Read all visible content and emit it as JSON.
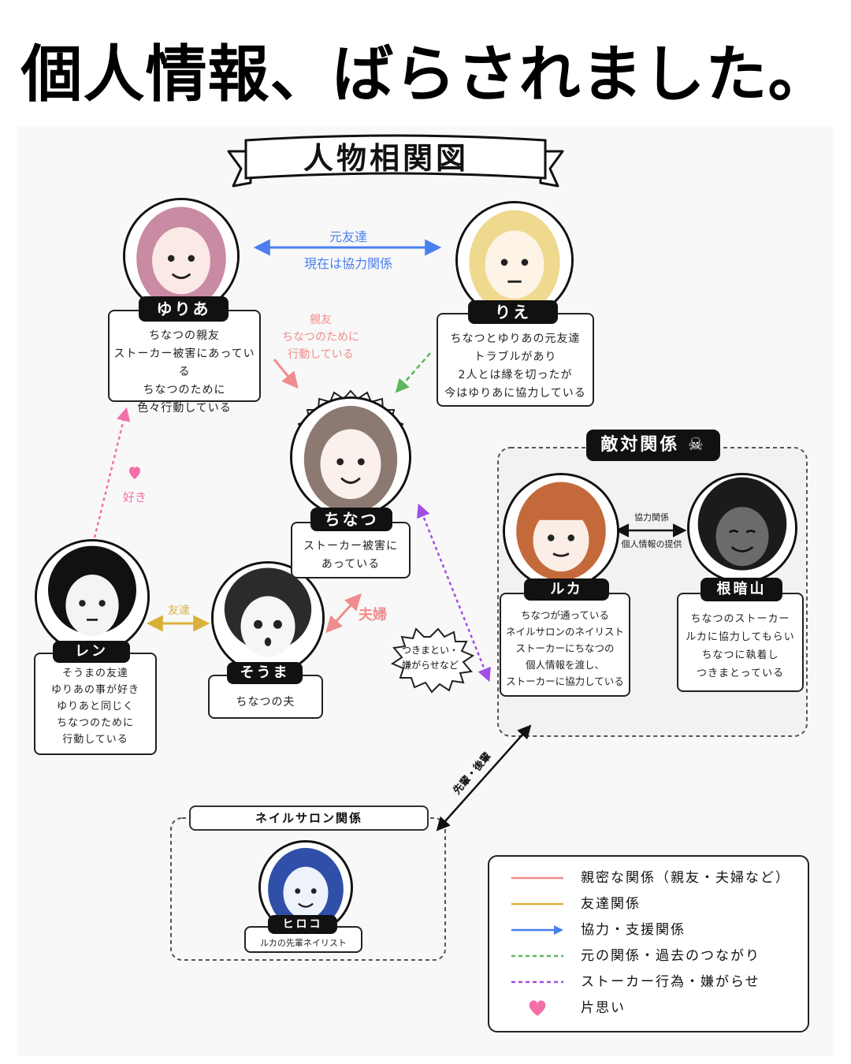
{
  "title": "個人情報、ばらされました。",
  "banner": "人物相関図",
  "characters": {
    "yuria": {
      "name": "ゆりあ",
      "desc": "ちなつの親友\nストーカー被害にあっている\nちなつのために\n色々行動している"
    },
    "rie": {
      "name": "りえ",
      "desc": "ちなつとゆりあの元友達\nトラブルがあり\n2人とは縁を切ったが\n今はゆりあに協力している"
    },
    "chinatsu": {
      "name": "ちなつ",
      "desc": "ストーカー被害に\nあっている"
    },
    "ren": {
      "name": "レン",
      "desc": "そうまの友達\nゆりあの事が好き\nゆりあと同じく\nちなつのために\n行動している"
    },
    "souma": {
      "name": "そうま",
      "desc": "ちなつの夫"
    },
    "ruka": {
      "name": "ルカ",
      "desc": "ちなつが通っている\nネイルサロンのネイリスト\nストーカーにちなつの\n個人情報を渡し、\nストーカーに協力している"
    },
    "neanzan": {
      "name": "根暗山",
      "desc": "ちなつのストーカー\nルカに協力してもらい\nちなつに執着し\nつきまとっている"
    },
    "hiroko": {
      "name": "ヒロコ",
      "desc": "ルカの先輩ネイリスト"
    }
  },
  "edges": {
    "yuria_rie": "元友達\n現在は協力関係",
    "yuria_chinatsu": "親友\nちなつのために\n行動している",
    "ren_yuria": "好き",
    "ren_souma": "友達",
    "souma_chinatsu": "夫婦",
    "ruka_neanzan_top": "協力関係",
    "ruka_neanzan_bottom": "個人情報の提供",
    "stalk_bubble": "つきまとい・\n嫌がらせなど",
    "senior_junior": "先輩・後輩"
  },
  "groups": {
    "enemy": "敵対関係",
    "nail_salon": "ネイルサロン関係"
  },
  "legend": [
    {
      "label": "親密な関係（親友・夫婦など）",
      "color": "#f08c8c",
      "style": "solid"
    },
    {
      "label": "友達関係",
      "color": "#d9b13a",
      "style": "solid"
    },
    {
      "label": "協力・支援関係",
      "color": "#4a7ff0",
      "style": "arrow"
    },
    {
      "label": "元の関係・過去のつながり",
      "color": "#5cb85c",
      "style": "dashed"
    },
    {
      "label": "ストーカー行為・嫌がらせ",
      "color": "#a04ee6",
      "style": "dashed"
    },
    {
      "label": "片思い",
      "color": "#f46fa8",
      "style": "heart"
    }
  ],
  "colors": {
    "intimate": "#f08c8c",
    "friend": "#d9b13a",
    "cooperation": "#4a7ff0",
    "past": "#5cb85c",
    "stalking": "#a04ee6",
    "crush": "#f46fa8"
  },
  "avatars": {
    "yuria": {
      "hair": "#c98aa3",
      "skin": "#fbe9e6"
    },
    "rie": {
      "hair": "#efd98f",
      "skin": "#fdf3e6"
    },
    "chinatsu": {
      "hair": "#8c7a72",
      "skin": "#fbf1ec"
    },
    "ren": {
      "hair": "#111111",
      "skin": "#f4f4f4"
    },
    "souma": {
      "hair": "#2b2b2b",
      "skin": "#f6f6f6"
    },
    "ruka": {
      "hair": "#c46a3a",
      "skin": "#fbeee6"
    },
    "neanzan": {
      "hair": "#1b1b1b",
      "skin": "#6b6b6b"
    },
    "hiroko": {
      "hair": "#2f4fa8",
      "skin": "#eef2fb"
    }
  }
}
